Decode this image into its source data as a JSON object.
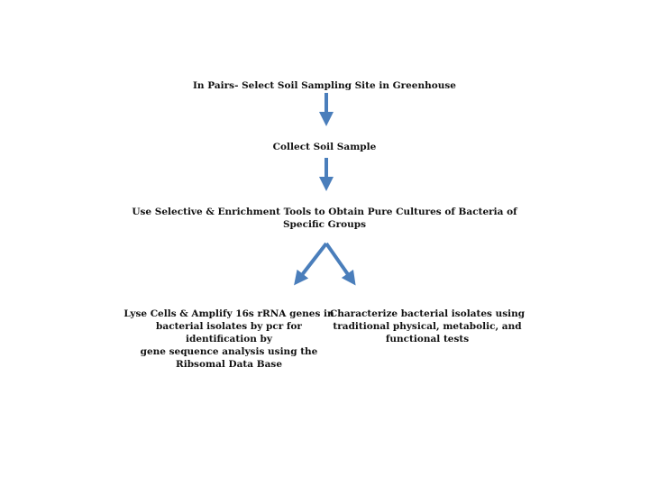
{
  "steps": {
    "step1": "In Pairs- Select Soil Sampling Site in Greenhouse",
    "step2": "Collect Soil Sample",
    "step3": [
      "Use Selective & Enrichment Tools to Obtain Pure Cultures of Bacteria of",
      "Specific Groups"
    ],
    "left": [
      "Lyse Cells & Amplify 16s rRNA genes in",
      "bacterial isolates by pcr for",
      "identification by",
      "gene sequence analysis using the",
      "Ribsomal Data Base"
    ],
    "right": [
      "Characterize bacterial isolates using",
      "traditional physical, metabolic, and",
      "functional tests"
    ]
  },
  "colors": {
    "arrow": "#4a7ebb"
  }
}
